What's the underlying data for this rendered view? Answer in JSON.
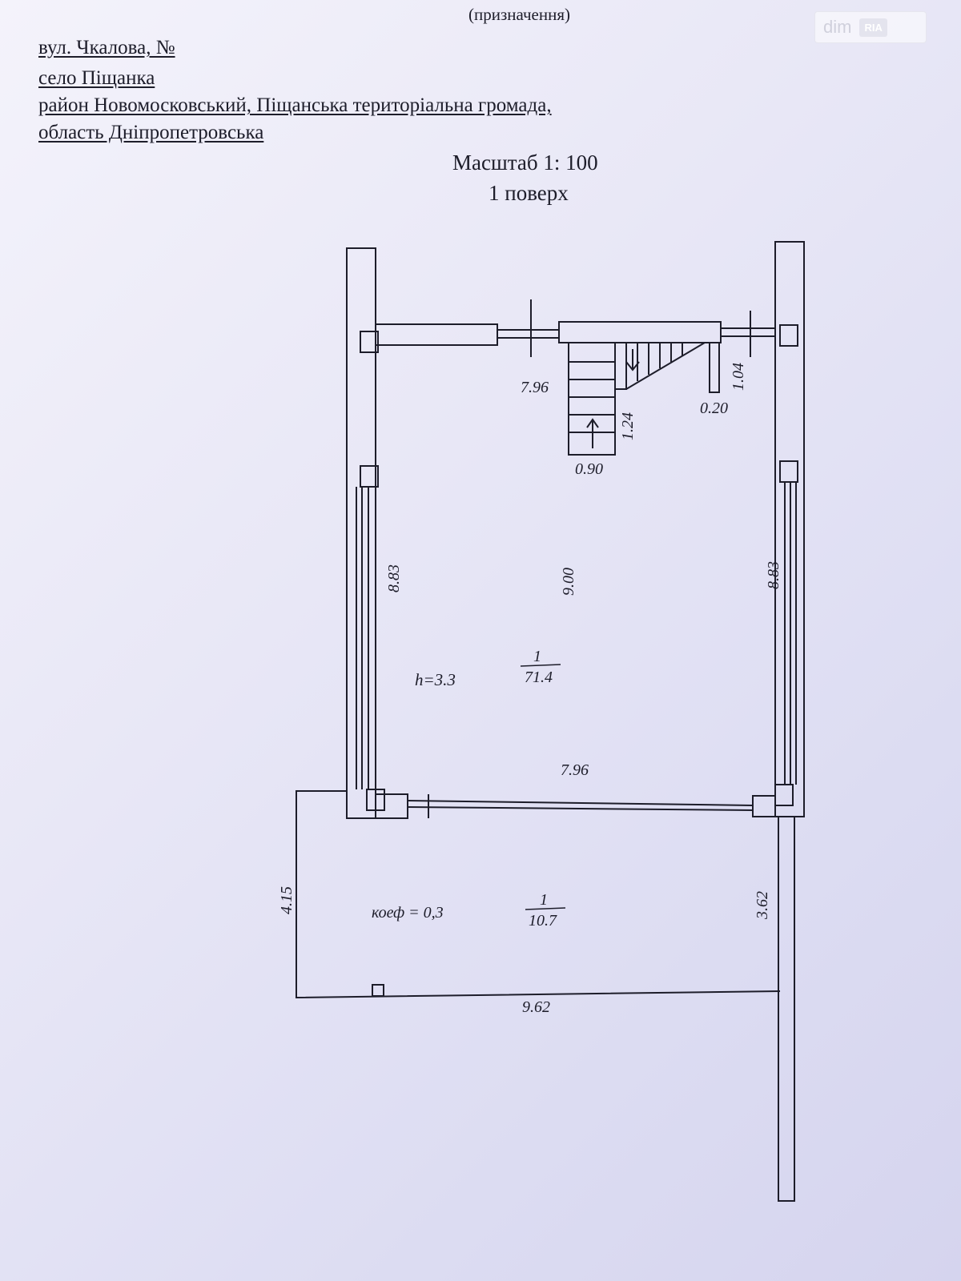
{
  "header": {
    "purpose": "(призначення)",
    "address": {
      "street": "вул. Чкалова, №",
      "village": "село Піщанка",
      "district": "район   Новомосковський, Піщанська територіальна громада,",
      "region": "область   Дніпропетровська"
    },
    "scale": "Масштаб 1: 100",
    "floor": "1 поверх"
  },
  "watermark": {
    "logo_text": "dim",
    "logo_badge": "RIA"
  },
  "plan": {
    "dims": {
      "top_width": "7.96",
      "stair_height": "1.24",
      "stair_width": "0.90",
      "wall_height": "1.04",
      "wall_thickness": "0.20",
      "left_height": "8.83",
      "right_height": "8.83",
      "room_length": "9.00",
      "bottom_width": "7.96",
      "terrace_left": "4.15",
      "terrace_right": "3.62",
      "terrace_width": "9.62"
    },
    "room_main": {
      "ceiling": "h=3.3",
      "number": "1",
      "area": "71.4"
    },
    "room_terrace": {
      "coefficient": "коеф = 0,3",
      "number": "1",
      "area": "10.7"
    }
  }
}
